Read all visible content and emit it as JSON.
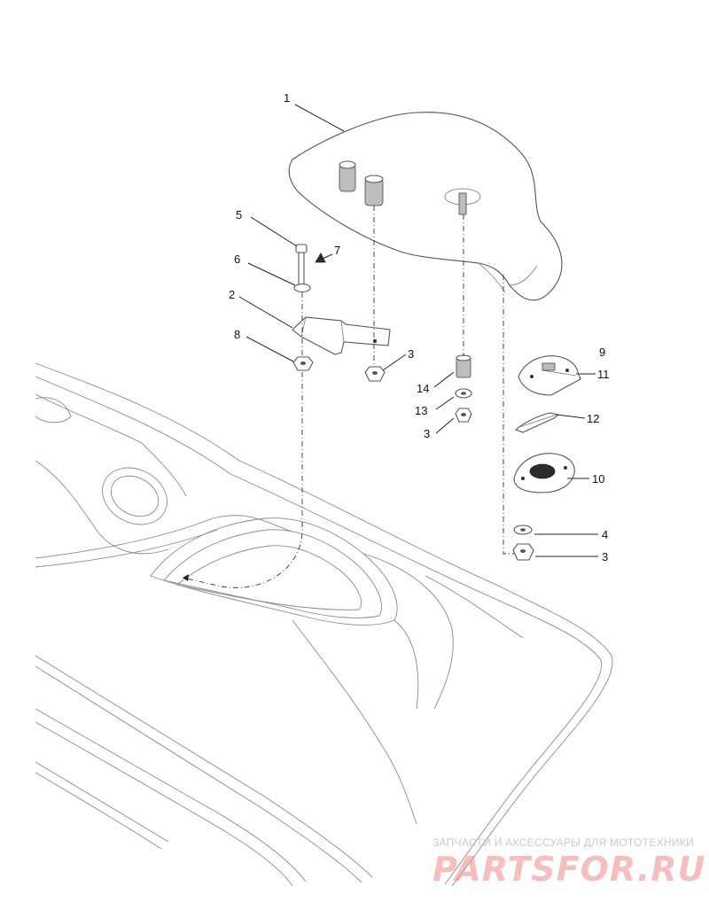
{
  "diagram": {
    "labels": {
      "p1": "1",
      "p2": "2",
      "p3a": "3",
      "p3b": "3",
      "p3c": "3",
      "p4": "4",
      "p5": "5",
      "p6": "6",
      "p7": "7",
      "p8": "8",
      "p9": "9",
      "p10": "10",
      "p11": "11",
      "p12": "12",
      "p13": "13",
      "p14": "14"
    }
  },
  "watermark": {
    "caption": "ЗАПЧАСТИ И АКСЕССУАРЫ ДЛЯ МОТОТЕХНИКИ",
    "logo": "PARTSFOR.RU"
  }
}
